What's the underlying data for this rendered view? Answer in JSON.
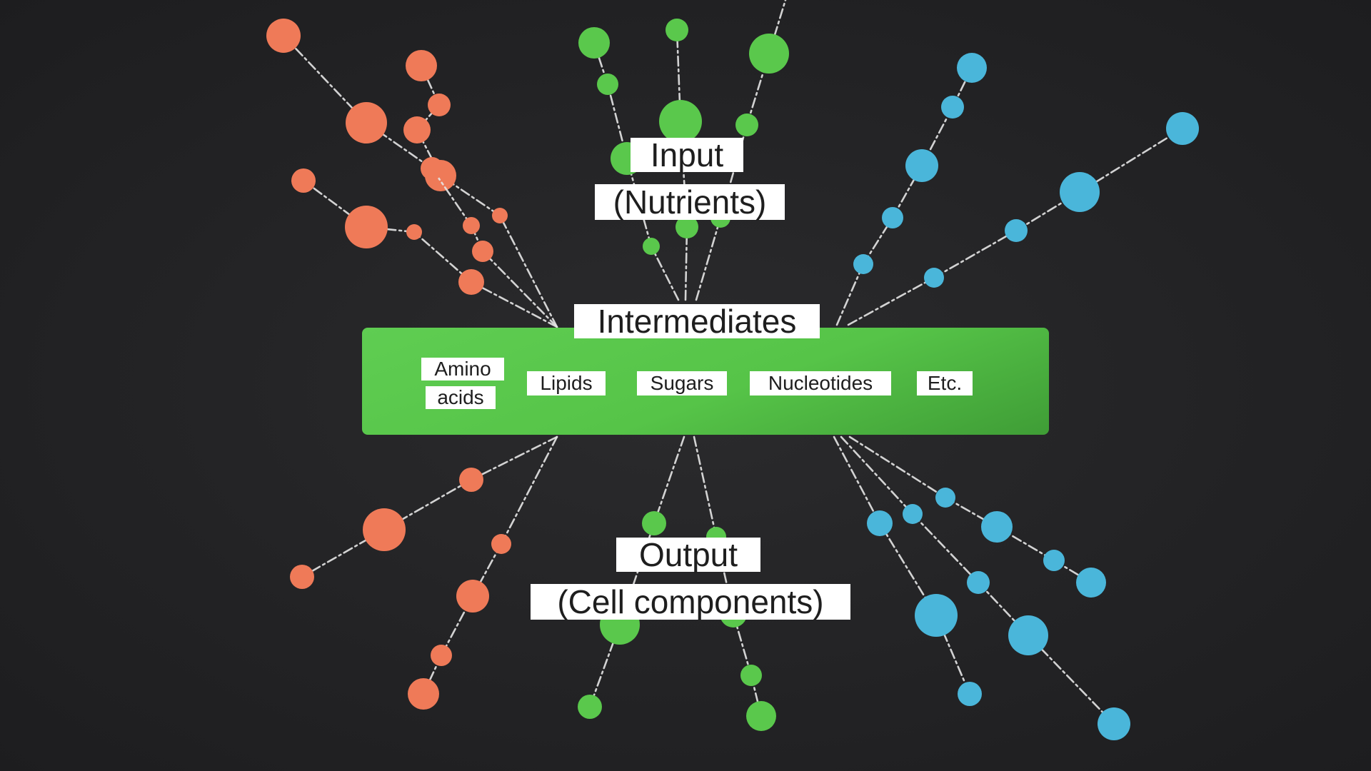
{
  "diagram": {
    "input": {
      "line1": "Input",
      "line2": "(Nutrients)"
    },
    "intermediates": {
      "title": "Intermediates",
      "items": {
        "amino_line1": "Amino",
        "amino_line2": "acids",
        "lipids": "Lipids",
        "sugars": "Sugars",
        "nucleotides": "Nucleotides",
        "etc": "Etc."
      }
    },
    "output": {
      "line1": "Output",
      "line2": "(Cell components)"
    }
  },
  "colors": {
    "background": "#232325",
    "box_green": "#5bc94d",
    "node_orange": "#ef7a58",
    "node_green": "#5ac84c",
    "node_blue": "#4ab6da",
    "link": "#e6e6e6",
    "label_bg": "#ffffff",
    "label_text": "#1e1e1e"
  }
}
